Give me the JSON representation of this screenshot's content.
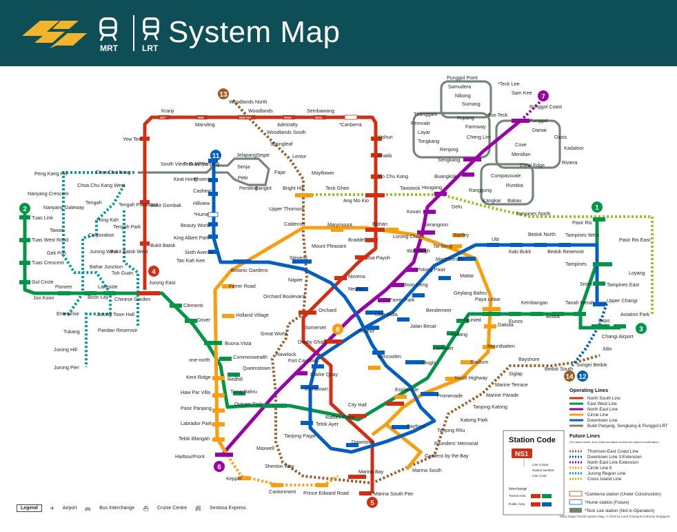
{
  "header": {
    "title": "System Map",
    "mrt_label": "MRT",
    "lrt_label": "LRT",
    "bg_color": "#0e4f57",
    "logo_color": "#f2b42b"
  },
  "lines": [
    {
      "id": "1",
      "name": "North South Line",
      "color": "#d42e12"
    },
    {
      "id": "2",
      "name": "East West Line",
      "color": "#009645"
    },
    {
      "id": "3",
      "name": "North East Line",
      "color": "#9900aa"
    },
    {
      "id": "4",
      "name": "Circle Line",
      "color": "#fa9e0d"
    },
    {
      "id": "5",
      "name": "Downtown Line",
      "color": "#005ec4"
    },
    {
      "id": "6",
      "name": "Bukit Panjang, Sengkang & Punggol LRT",
      "color": "#748477"
    }
  ],
  "line_numbers": {
    "ew": "1",
    "changi": "3",
    "ns_top": "11",
    "ns_jurong": "4",
    "te": "13",
    "pg": "7",
    "ne": "6",
    "ns_msp": "5",
    "cc": "8",
    "tel": "14",
    "dte": "12",
    "jrl": "2"
  },
  "stations": {
    "kranji": "Kranji",
    "marsiling": "Marsiling",
    "woodlands": "Woodlands",
    "woodlands_north": "Woodlands North",
    "woodlands_south": "Woodlands South",
    "admiralty": "Admiralty",
    "sembawang": "Sembawang",
    "canberra": "*Canberra",
    "yishun": "Yishun",
    "khatib": "Khatib",
    "yio_chu_kang": "Yio Chu Kang",
    "ang_mo_kio": "Ang Mo Kio",
    "bishan": "Bishan",
    "braddell": "Braddell",
    "toa_payoh": "Toa Payoh",
    "novena": "Novena",
    "newton": "Newton",
    "orchard": "Orchard",
    "somerset": "Somerset",
    "dhoby_ghaut": "Dhoby Ghaut",
    "city_hall": "City Hall",
    "raffles_place": "Raffles Place",
    "marina_bay": "Marina Bay",
    "marina_south_pier": "Marina South Pier",
    "yew_tee": "Yew Tee",
    "choa_chu_kang": "Choa Chu Kang",
    "bukit_gombak": "Bukit Gombak",
    "bukit_batok": "Bukit Batok",
    "jurong_east": "Jurong East",
    "springleaf": "Springleaf",
    "lentor": "Lentor",
    "mayflower": "Mayflower",
    "bright_hill": "Bright Hill",
    "upper_thomson": "Upper Thomson",
    "caldecott": "Caldecott",
    "mount_pleasant": "Mount Pleasant",
    "stevens": "Stevens",
    "napier": "Napier",
    "orchard_boulevard": "Orchard Boulevard",
    "great_world": "Great World",
    "havelock": "Havelock",
    "outram_park": "Outram Park",
    "maxwell": "Maxwell",
    "shenton_way": "Shenton Way",
    "marina_south": "Marina South",
    "gardens_by_the_bay": "Gardens by the Bay",
    "tanjong_rhu": "Tanjong Rhu",
    "katong_park": "Katong Park",
    "tanjong_katong": "Tanjong Katong",
    "marine_parade": "Marine Parade",
    "marine_terrace": "Marine Terrace",
    "siglap": "Siglap",
    "bayshore": "Bayshore",
    "bedok_south": "Bedok South",
    "sungei_bedok": "Sungei Bedok",
    "founders_memorial": "Founders' Memorial",
    "bukit_panjang": "Bukit Panjang",
    "cashew": "Cashew",
    "hillview": "Hillview",
    "hume": "*Hume",
    "beauty_world": "Beauty World",
    "king_albert_park": "King Albert Park",
    "sixth_avenue": "Sixth Avenue",
    "tan_kah_kee": "Tan Kah Kee",
    "botanic_gardens": "Botanic Gardens",
    "little_india": "Little India",
    "rochor": "Rochor",
    "bugis": "Bugis",
    "promenade": "Promenade",
    "bayfront": "Bayfront",
    "downtown": "Downtown",
    "telok_ayer": "Telok Ayer",
    "chinatown": "Chinatown",
    "fort_canning": "Fort Canning",
    "bencoolen": "Bencoolen",
    "jalan_besar": "Jalan Besar",
    "bendemeer": "Bendemeer",
    "geylang_bahru": "Geylang Bahru",
    "mattar": "Mattar",
    "macpherson": "MacPherson",
    "ubi": "Ubi",
    "kaki_bukit": "Kaki Bukit",
    "bedok_north": "Bedok North",
    "bedok_reservoir": "Bedok Reservoir",
    "tampines_west": "Tampines West",
    "tampines": "Tampines",
    "tampines_east": "Tampines East",
    "upper_changi": "Upper Changi",
    "expo": "Expo",
    "xilin": "Xilin",
    "punggol": "Punggol",
    "punggol_coast": "Punggol Coast",
    "sengkang": "Sengkang",
    "buangkok": "Buangkok",
    "hougang": "Hougang",
    "kovan": "Kovan",
    "serangoon": "Serangoon",
    "woodleigh": "Woodleigh",
    "potong_pasir": "Potong Pasir",
    "boon_keng": "Boon Keng",
    "farrer_park": "Farrer Park",
    "clarke_quay": "Clarke Quay",
    "harbourfront": "HarbourFront",
    "marymount": "Marymount",
    "lorong_chuan": "Lorong Chuan",
    "bartley": "Bartley",
    "tai_seng": "Tai Seng",
    "paya_lebar": "Paya Lebar",
    "dakota": "Dakota",
    "mountbatten": "Mountbatten",
    "stadium": "Stadium",
    "nicoll_highway": "Nicoll Highway",
    "esplanade": "Esplanade",
    "farrer_road": "Farrer Road",
    "holland_village": "Holland Village",
    "buona_vista": "Buona Vista",
    "one_north": "one-north",
    "kent_ridge": "Kent Ridge",
    "haw_par_villa": "Haw Par Villa",
    "pasir_panjang": "Pasir Panjang",
    "labrador_park": "Labrador Park",
    "telok_blangah": "Telok Blangah",
    "keppel": "Keppel",
    "cantonment": "Cantonment",
    "prince_edward_road": "Prince Edward Road",
    "clementi": "Clementi",
    "dover": "Dover",
    "commonwealth": "Commonwealth",
    "queenstown": "Queenstown",
    "redhill": "Redhill",
    "tiong_bahru": "Tiong Bahru",
    "tanjong_pagar": "Tanjong Pagar",
    "lavender": "Lavender",
    "kallang": "Kallang",
    "aljunied": "Aljunied",
    "eunos": "Eunos",
    "kembangan": "Kembangan",
    "bedok": "Bedok",
    "tanah_merah": "Tanah Merah",
    "simei": "Simei",
    "pasir_ris": "Pasir Ris",
    "changi_airport": "Changi Airport",
    "pioneer": "Pioneer",
    "lakeside": "Lakeside",
    "boon_lay": "Boon Lay",
    "joo_koon": "Joo Koon",
    "gul_circle": "Gul Circle",
    "tuas_crescent": "Tuas Crescent",
    "tuas_west_road": "Tuas West Road",
    "tuas_link": "Tuas Link",
    "chinese_garden": "Chinese Garden",
    "tavistock": "Tavistock",
    "teck_ghee": "Teck Ghee",
    "defu": "Defu",
    "tampines_north": "Tampines North",
    "pasir_ris_east": "Pasir Ris East",
    "loyang": "Loyang",
    "aviation_park": "Aviation Park",
    "peng_kang_hill": "Peng Kang Hill",
    "choa_chu_kang_west": "Choa Chu Kang West",
    "nanyang_crescent": "Nanyang Crescent",
    "nanyang_gateway": "Nanyang Gateway",
    "tawas": "Tawas",
    "gek_poh": "Gek Poh",
    "tengah": "Tengah",
    "hong_kah": "Hong Kah",
    "tengah_plantation": "Tengah Plantation",
    "tengah_park": "Tengah Park",
    "corporation": "Corporation",
    "jurong_west": "Jurong West",
    "bukit_batok_west": "Bukit Batok West",
    "bahar_junction": "Bahar Junction",
    "toh_guan": "Toh Guan",
    "enterprise": "Enterprise",
    "jurong_town_hall": "Jurong Town Hall",
    "pandan_reservoir": "Pandan Reservoir",
    "tukang": "Tukang",
    "jurong_hill": "Jurong Hill",
    "jurong_pier": "Jurong Pier",
    "south_view": "South View",
    "keat_hong": "Keat Hong",
    "teck_whye": "Teck Whye",
    "phoenix": "Phoenix",
    "jelapang": "Jelapang",
    "segar": "Segar",
    "senja": "Senja",
    "fajar": "Fajar",
    "petir": "Petir",
    "pending": "Pending",
    "bangkit": "Bangkit",
    "punggol_point": "Punggol Point",
    "samudera": "Samudera",
    "nibong": "Nibong",
    "sumang": "Sumang",
    "soo_teck": "Soo Teck",
    "teck_lee": "*Teck Lee",
    "sam_kee": "Sam Kee",
    "thanggam": "Thanggam",
    "fernvale": "Fernvale",
    "layar": "Layar",
    "tongkang": "Tongkang",
    "renjong": "Renjong",
    "kupang": "Kupang",
    "farmway": "Farmway",
    "cheng_lim": "Cheng Lim",
    "compassvale": "Compassvale",
    "rumbia": "Rumbia",
    "bakau": "Bakau",
    "kangkar": "Kangkar",
    "ranggung": "Ranggung",
    "damai": "Damai",
    "oasis": "Oasis",
    "kadaloor": "Kadaloor",
    "riviera": "Riviera",
    "coral_edge": "Coral Edge",
    "meridian": "Meridian",
    "cove": "Cove"
  },
  "legend": {
    "operating_title": "Operating Lines",
    "operating": [
      {
        "name": "North South Line",
        "color": "#d42e12"
      },
      {
        "name": "East West Line",
        "color": "#009645"
      },
      {
        "name": "North East Line",
        "color": "#9900aa"
      },
      {
        "name": "Circle Line",
        "color": "#fa9e0d"
      },
      {
        "name": "Downtown Line",
        "color": "#005ec4"
      },
      {
        "name": "Bukit Panjang, Sengkang & Punggol LRT",
        "color": "#748477"
      }
    ],
    "future_title": "Future Lines",
    "future_note": "(The station names, lines' profile and station numbers are subject to confirmation.)",
    "future": [
      {
        "name": "Thomson-East Coast Line",
        "color": "#9d5b25"
      },
      {
        "name": "Downtown Line 3 Extension",
        "color": "#005ec4"
      },
      {
        "name": "North East Line Extension",
        "color": "#9900aa"
      },
      {
        "name": "Circle Line 6",
        "color": "#fa9e0d"
      },
      {
        "name": "Jurong Region Line",
        "color": "#0099aa"
      },
      {
        "name": "Cross Island Line",
        "color": "#97c616"
      }
    ],
    "notes": [
      {
        "code": "NS12",
        "text": "*Canberra station (Under Construction)"
      },
      {
        "code": "DT4",
        "text": "*Hume station (Future)"
      },
      {
        "code": "PW2",
        "text": "*Teck Lee station (Not in Operation)"
      }
    ]
  },
  "station_code_box": {
    "title": "Station Code",
    "sample": "NS1",
    "line_colour": "Line Colour",
    "station_number": "Station Number",
    "line_code": "Line Code",
    "interchange_title": "Interchange",
    "transit_area": "Transit Area",
    "public_area": "Public Area",
    "codes": [
      "NS1",
      "EW24",
      "NS1",
      "DT11"
    ]
  },
  "bottom_legend": {
    "box": "Legend",
    "airport": "Airport",
    "bus": "Bus Interchange",
    "cruise": "Cruise Centre",
    "sentosa": "Sentosa Express"
  },
  "credit": "Mass Rapid Transit System Map. © 2019 by Land Transport Authority Singapore"
}
